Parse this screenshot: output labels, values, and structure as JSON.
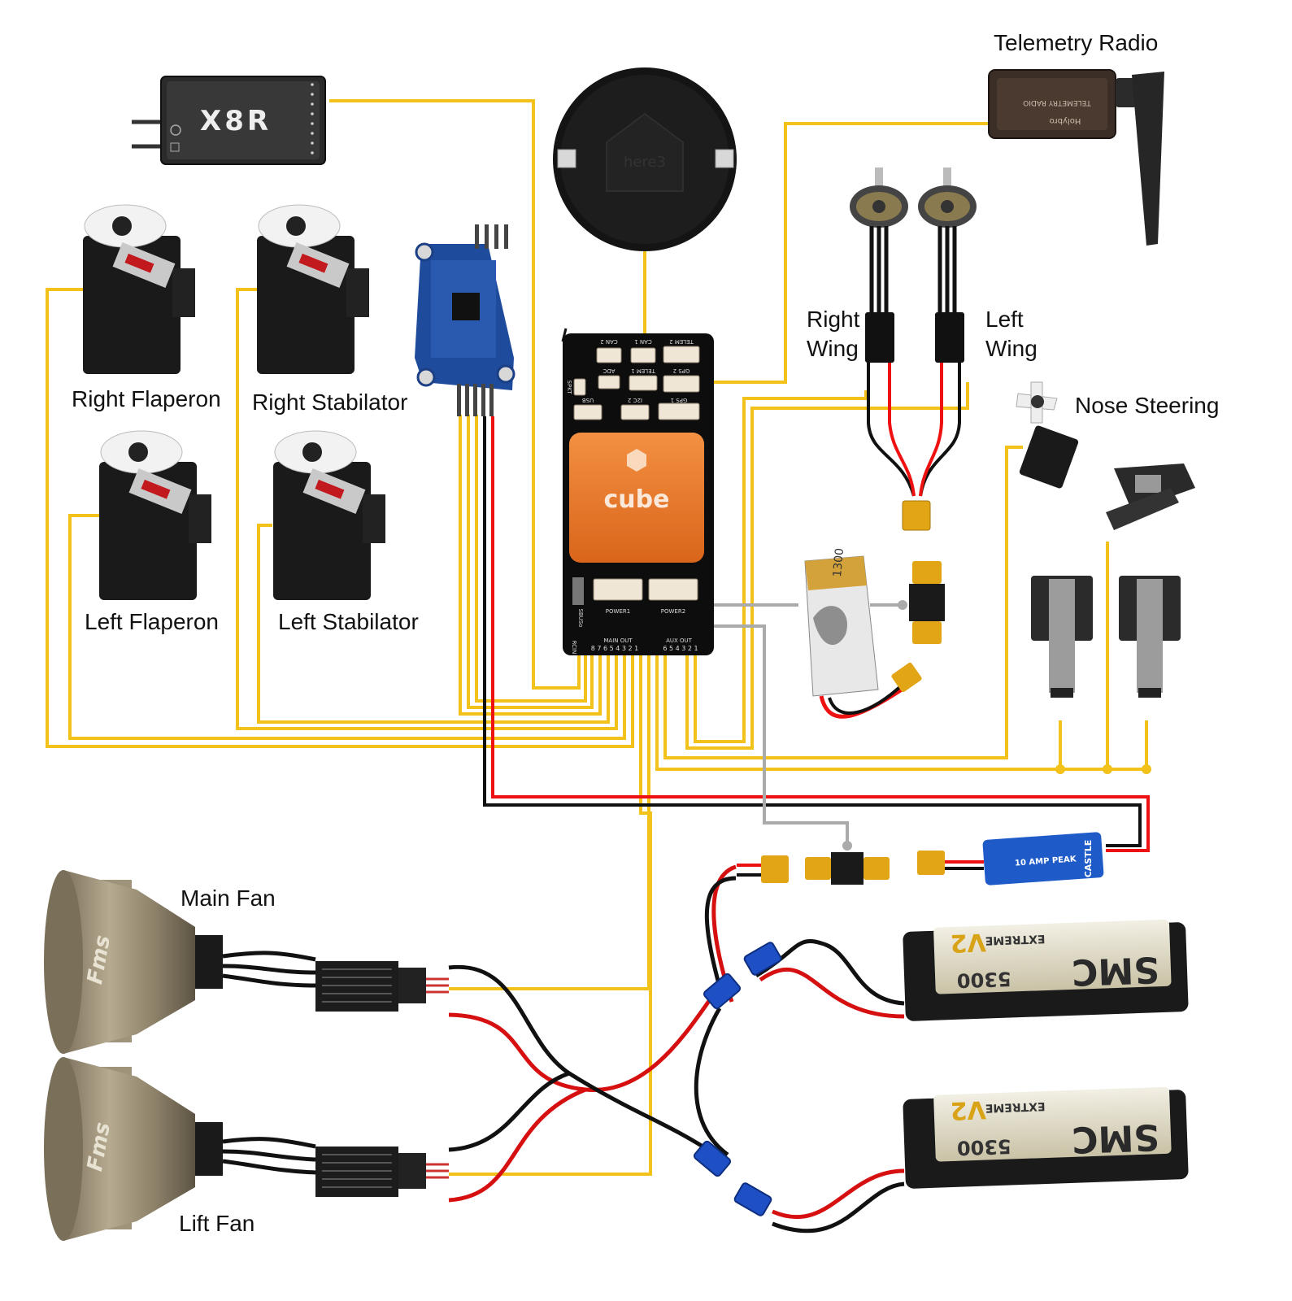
{
  "labels": {
    "telemetry_radio": "Telemetry Radio",
    "right_flaperon": "Right Flaperon",
    "right_stabilator": "Right Stabilator",
    "left_flaperon": "Left Flaperon",
    "left_stabilator": "Left Stabilator",
    "right_wing_1": "Right",
    "right_wing_2": "Wing",
    "left_wing_1": "Left",
    "left_wing_2": "Wing",
    "nose_steering": "Nose Steering",
    "main_fan": "Main Fan",
    "lift_fan": "Lift Fan"
  },
  "device_text": {
    "receiver": "X8R",
    "gps": "here3",
    "autopilot": "cube",
    "radio_text": "TELEMETRY RADIO",
    "radio_brand": "Holybro",
    "bec_text": "10 AMP PEAK",
    "bec_brand": "CASTLE",
    "lipo_brand": "SMC",
    "lipo_model": "V2",
    "lipo_series": "EXTREME",
    "lipo_capacity": "5300",
    "fan_brand": "Fms",
    "small_lipo": "1300"
  },
  "ports": {
    "can2": "CAN 2",
    "can1": "CAN 1",
    "telem2": "TELEM 2",
    "adc": "ADC",
    "telem1": "TELEM 1",
    "gps2": "GPS 2",
    "spkt": "SPKT",
    "usb": "USB",
    "i2c2": "I2C 2",
    "gps1": "GPS 1",
    "sbus": "SBUSo",
    "power1": "POWER1",
    "power2": "POWER2",
    "rcin": "RCIN",
    "main_out": "MAIN OUT",
    "aux_out": "AUX OUT",
    "main_nums": "8 7 6 5 4 3 2 1",
    "aux_nums": "6 5 4 3 2 1"
  },
  "colors": {
    "signal": "#f2c21b",
    "power_positive": "#e11111",
    "ground": "#111111",
    "power_module": "#aaaaaa",
    "cube_orange": "#f07a23",
    "ec5_blue": "#1f4fc4"
  }
}
